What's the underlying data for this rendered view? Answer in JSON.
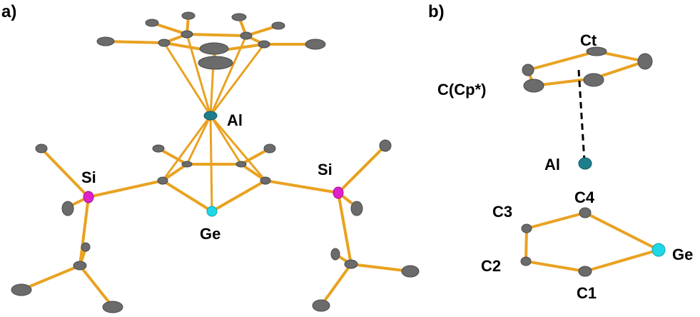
{
  "panels": {
    "a": {
      "label": "a)"
    },
    "b": {
      "label": "b)"
    }
  },
  "labels_a": {
    "al": "Al",
    "si_left": "Si",
    "si_right": "Si",
    "ge": "Ge"
  },
  "labels_b": {
    "ct": "Ct",
    "c_cp": "C(Cp*)",
    "al": "Al",
    "c1": "C1",
    "c2": "C2",
    "c3": "C3",
    "c4": "C4",
    "ge": "Ge"
  },
  "colors": {
    "bond": "#e9a221",
    "carbon": "#6b6b6b",
    "aluminium": "#1e7f8c",
    "germanium": "#1fd6e6",
    "silicon": "#e020c8"
  }
}
